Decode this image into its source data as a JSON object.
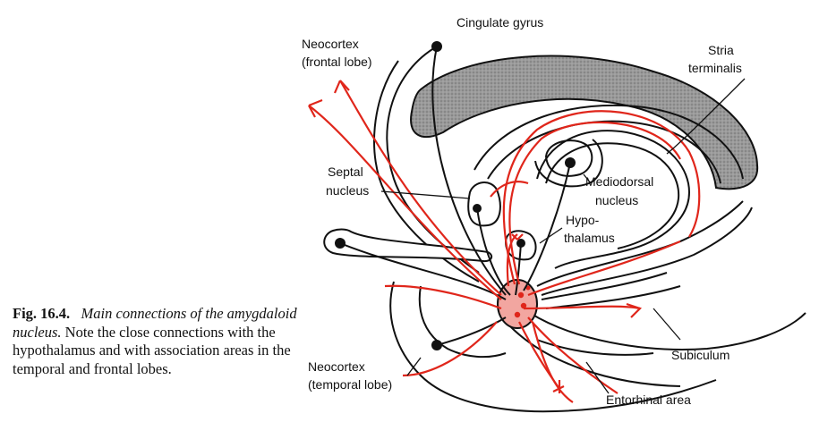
{
  "labels": {
    "cingulate_gyrus": "Cingulate gyrus",
    "neocortex_frontal_1": "Neocortex",
    "neocortex_frontal_2": "(frontal lobe)",
    "stria_1": "Stria",
    "stria_2": "terminalis",
    "septal_1": "Septal",
    "septal_2": "nucleus",
    "mediodorsal_1": "Mediodorsal",
    "mediodorsal_2": "nucleus",
    "hypo_1": "Hypo-",
    "hypo_2": "thalamus",
    "subiculum": "Subiculum",
    "neocortex_temporal_1": "Neocortex",
    "neocortex_temporal_2": "(temporal lobe)",
    "entorhinal": "Entorhinal area"
  },
  "caption": {
    "fig_label": "Fig. 16.4.",
    "title_italic": "Main connections of the amygdaloid nucleus.",
    "body": "Note the close connections with the hypothalamus and with association areas in the temporal and frontal lobes."
  },
  "colors": {
    "pathway": "#e0261b",
    "amygdala_fill": "#f2a6a0",
    "cingulum_fill": "#8c8c8c",
    "ink": "#111111"
  }
}
